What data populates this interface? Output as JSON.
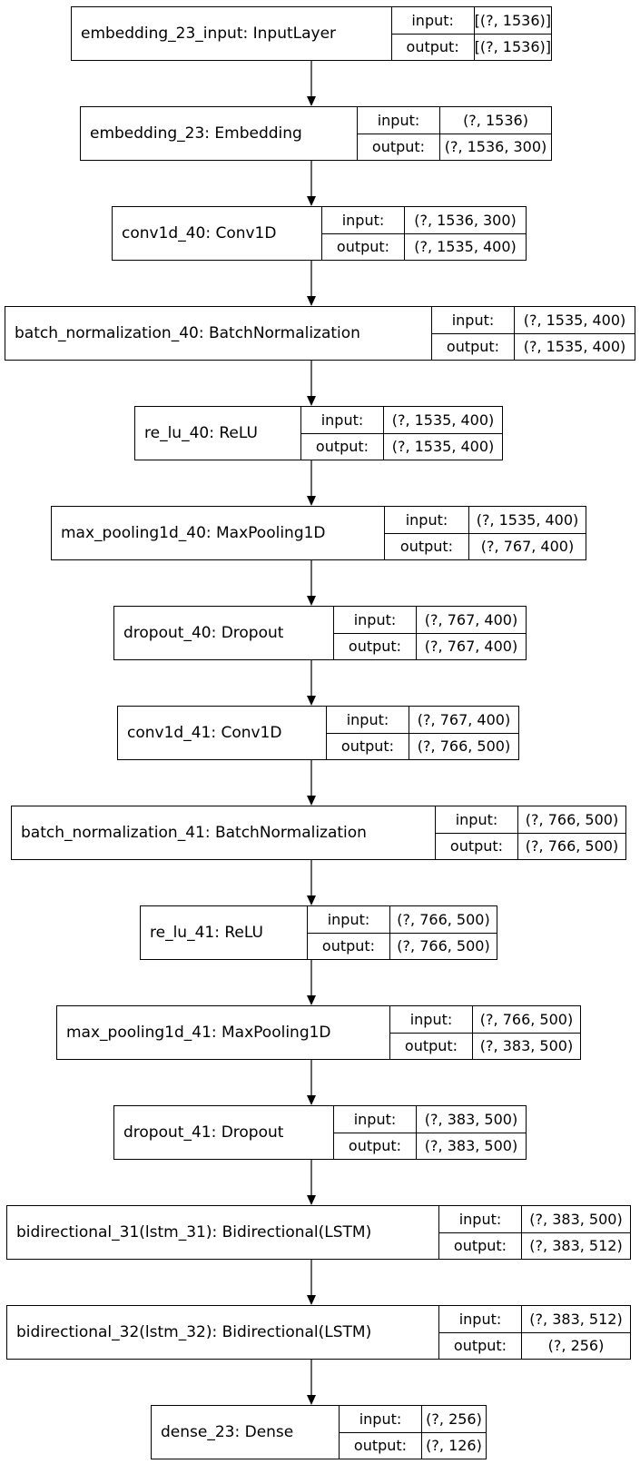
{
  "diagram": {
    "io_labels": {
      "input": "input:",
      "output": "output:"
    },
    "nodes": [
      {
        "name": "embedding_23_input: InputLayer",
        "input": "[(?, 1536)]",
        "output": "[(?, 1536)]"
      },
      {
        "name": "embedding_23: Embedding",
        "input": "(?, 1536)",
        "output": "(?, 1536, 300)"
      },
      {
        "name": "conv1d_40: Conv1D",
        "input": "(?, 1536, 300)",
        "output": "(?, 1535, 400)"
      },
      {
        "name": "batch_normalization_40: BatchNormalization",
        "input": "(?, 1535, 400)",
        "output": "(?, 1535, 400)"
      },
      {
        "name": "re_lu_40: ReLU",
        "input": "(?, 1535, 400)",
        "output": "(?, 1535, 400)"
      },
      {
        "name": "max_pooling1d_40: MaxPooling1D",
        "input": "(?, 1535, 400)",
        "output": "(?, 767, 400)"
      },
      {
        "name": "dropout_40: Dropout",
        "input": "(?, 767, 400)",
        "output": "(?, 767, 400)"
      },
      {
        "name": "conv1d_41: Conv1D",
        "input": "(?, 767, 400)",
        "output": "(?, 766, 500)"
      },
      {
        "name": "batch_normalization_41: BatchNormalization",
        "input": "(?, 766, 500)",
        "output": "(?, 766, 500)"
      },
      {
        "name": "re_lu_41: ReLU",
        "input": "(?, 766, 500)",
        "output": "(?, 766, 500)"
      },
      {
        "name": "max_pooling1d_41: MaxPooling1D",
        "input": "(?, 766, 500)",
        "output": "(?, 383, 500)"
      },
      {
        "name": "dropout_41: Dropout",
        "input": "(?, 383, 500)",
        "output": "(?, 383, 500)"
      },
      {
        "name": "bidirectional_31(lstm_31): Bidirectional(LSTM)",
        "input": "(?, 383, 500)",
        "output": "(?, 383, 512)"
      },
      {
        "name": "bidirectional_32(lstm_32): Bidirectional(LSTM)",
        "input": "(?, 383, 512)",
        "output": "(?, 256)"
      },
      {
        "name": "dense_23: Dense",
        "input": "(?, 256)",
        "output": "(?, 126)"
      }
    ]
  }
}
